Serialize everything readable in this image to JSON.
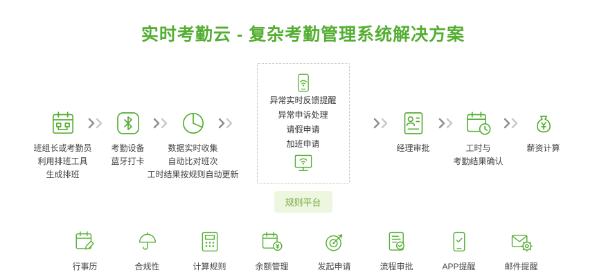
{
  "title": "实时考勤云 - 复杂考勤管理系统解决方案",
  "colors": {
    "accent_green": "#53ae31",
    "pill_bg": "#edf6de",
    "arrow_gray": "#8f8f8f"
  },
  "flow": {
    "steps": [
      {
        "icon": "schedule-calendar-icon",
        "label": "班组长或考勤员\n利用排班工具\n生成排班"
      },
      {
        "icon": "bluetooth-icon",
        "label": "考勤设备\n蓝牙打卡"
      },
      {
        "icon": "pie-chart-icon",
        "label": "数据实时收集\n自动比对班次\n工时结果按规则自动更新"
      },
      {
        "icon": "manager-approval-icon",
        "label": "经理审批"
      },
      {
        "icon": "time-calendar-icon",
        "label": "工时与\n考勤结果确认"
      },
      {
        "icon": "salary-bag-icon",
        "label": "薪资计算"
      }
    ],
    "platform": {
      "top_icon": "phone-wifi-icon",
      "bottom_icon": "monitor-wifi-icon",
      "text": "异常实时反馈提醒\n异常申诉处理\n请假申请\n加班申请",
      "pill": "规则平台"
    }
  },
  "features": [
    {
      "icon": "calendar-pencil-icon",
      "label": "行事历"
    },
    {
      "icon": "umbrella-icon",
      "label": "合规性"
    },
    {
      "icon": "calculator-icon",
      "label": "计算规则"
    },
    {
      "icon": "calendar-coin-icon",
      "label": "余额管理"
    },
    {
      "icon": "target-dart-icon",
      "label": "发起申请"
    },
    {
      "icon": "document-check-icon",
      "label": "流程审批"
    },
    {
      "icon": "smartphone-icon",
      "label": "APP提醒"
    },
    {
      "icon": "mail-gear-icon",
      "label": "邮件提醒"
    }
  ]
}
